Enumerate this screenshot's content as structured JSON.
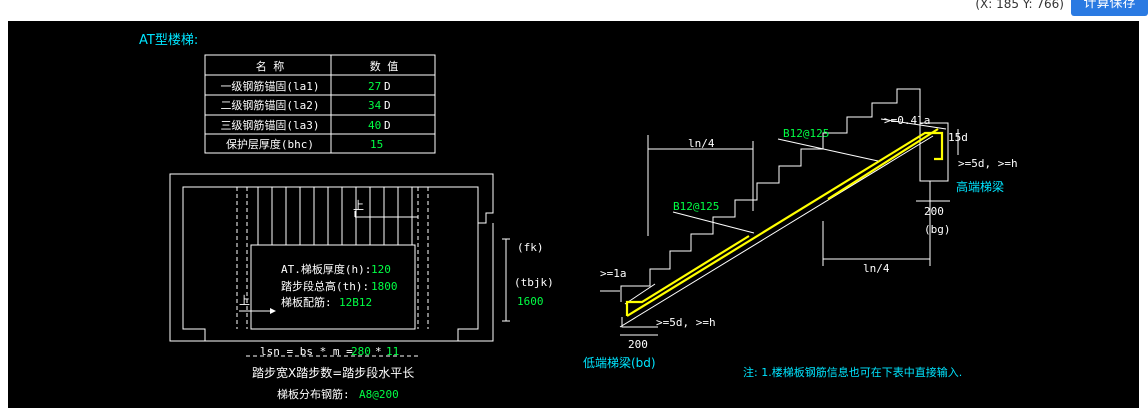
{
  "toolbar": {
    "coords": "(X: 185 Y: 766)",
    "save_label": "计算保存"
  },
  "drawing": {
    "title": "AT型楼梯:",
    "table": {
      "headers": [
        "名 称",
        "数 值"
      ],
      "rows": [
        {
          "name": "一级钢筋锚固(la1)",
          "value": "27",
          "unit": "D"
        },
        {
          "name": "二级钢筋锚固(la2)",
          "value": "34",
          "unit": "D"
        },
        {
          "name": "三级钢筋锚固(la3)",
          "value": "40",
          "unit": "D"
        },
        {
          "name": "保护层厚度(bhc)",
          "value": "15",
          "unit": ""
        }
      ]
    },
    "plan": {
      "up_label_1": "上",
      "up_label_2": "上",
      "thickness_label": "AT.梯板厚度(h):",
      "thickness_value": "120",
      "height_label": "踏步段总高(th):",
      "height_value": "1800",
      "rebar_label": "梯板配筋:",
      "rebar_value": "12B12",
      "fk_label": "(fk)",
      "tbjk_label": "(tbjk)",
      "tbjk_value": "1600",
      "lsn_label": "lsn = bs * m =",
      "lsn_bs": "280",
      "lsn_times": "*",
      "lsn_m": "11",
      "formula_text": "踏步宽X踏步数=踏步段水平长",
      "dist_label": "梯板分布钢筋:",
      "dist_value": "A8@200"
    },
    "section": {
      "top_rebar_label": "B12@125",
      "mid_rebar_label": "B12@125",
      "ln4_top": "ln/4",
      "ln4_bottom": "ln/4",
      "anchor_top": ">=0.4la",
      "dim_15d": "15d",
      "min_5d_top": ">=5d, >=h",
      "high_beam": "高端梯梁",
      "dim_200_right": "200",
      "bg_label": "(bg)",
      "la_label": ">=1a",
      "min_5d_bottom": ">=5d, >=h",
      "dim_200_left": "200",
      "low_beam": "低端梯梁(bd)"
    },
    "note": "注: 1.楼梯板钢筋信息也可在下表中直接输入."
  }
}
